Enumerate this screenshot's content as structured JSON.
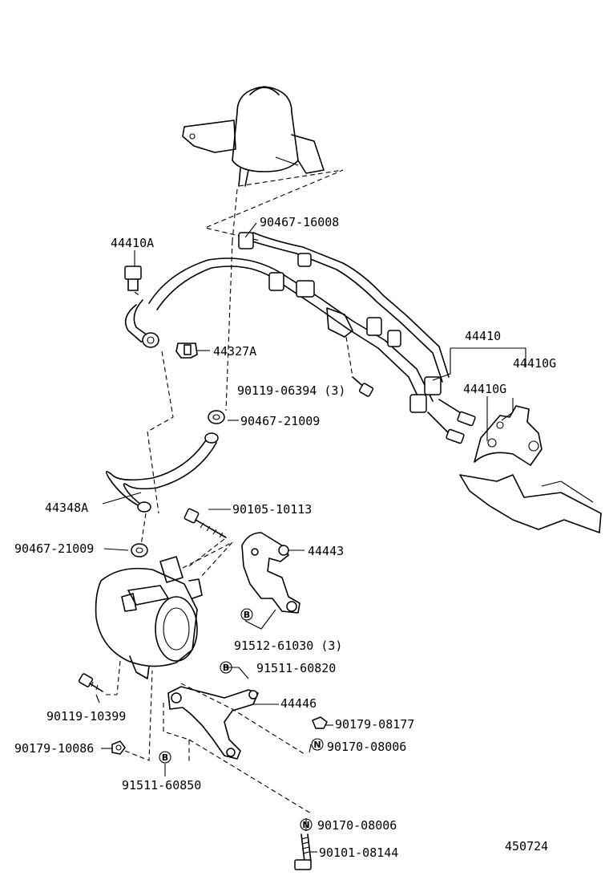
{
  "labels": {
    "p44410A": "44410A",
    "p90467_16008": "90467-16008",
    "p44327A": "44327A",
    "p44410": "44410",
    "p44410G": "44410G",
    "p44410G2": "44410G",
    "p90119_06394": "90119-06394 (3)",
    "p90467_21009a": "90467-21009",
    "p44348A": "44348A",
    "p90105_10113": "90105-10113",
    "p90467_21009b": "90467-21009",
    "p44443": "44443",
    "p91512_61030": "91512-61030 (3)",
    "p91511_60820": "91511-60820",
    "p90119_10399": "90119-10399",
    "p44446": "44446",
    "p90179_08177": "90179-08177",
    "p90179_10086": "90179-10086",
    "p90170_08006a": "90170-08006",
    "p91511_60850": "91511-60850",
    "p90170_08006b": "90170-08006",
    "p90101_08144": "90101-08144",
    "diagram_number": "450724"
  },
  "markers": {
    "b": "B",
    "n": "N"
  }
}
